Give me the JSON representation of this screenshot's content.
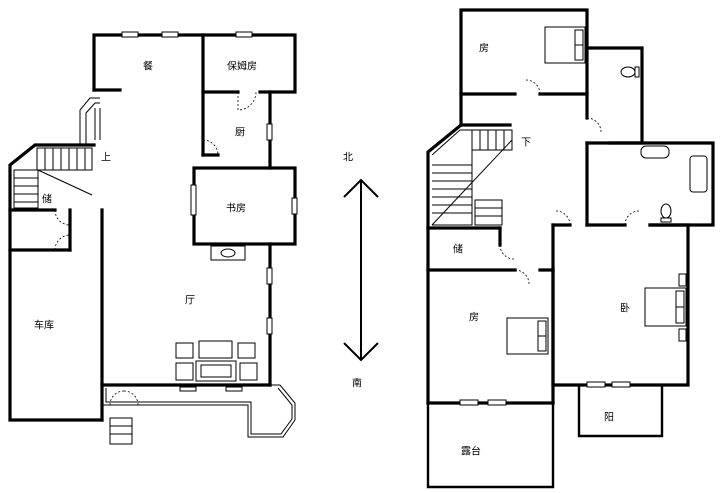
{
  "left_floor": {
    "dining": "餐",
    "nanny_room": "保姆房",
    "kitchen": "厨",
    "study": "书房",
    "living": "厅",
    "garage": "车库",
    "storage": "储",
    "stairs_up": "上"
  },
  "compass": {
    "north": "北",
    "south": "南"
  },
  "right_floor": {
    "room_top": "房",
    "stairs_down": "下",
    "storage": "储",
    "room_middle": "房",
    "bedroom": "卧",
    "balcony": "阳",
    "terrace": "露台"
  }
}
